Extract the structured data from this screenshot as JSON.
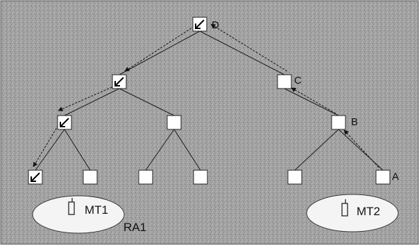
{
  "diagram": {
    "background": "#9e9e9e",
    "node_fill": "#ffffff",
    "ellipse_fill": "#f4f4f4",
    "labels": {
      "D": "D",
      "C": "C",
      "B": "B",
      "A": "A",
      "RA1": "RA1"
    },
    "mobile_terminals": [
      {
        "label": "MT1",
        "icon": "phone-icon"
      },
      {
        "label": "MT2",
        "icon": "phone-icon"
      }
    ],
    "routers": [
      {
        "id": "D",
        "level": 0,
        "has_entry": true
      },
      {
        "id": "L1a",
        "level": 1,
        "has_entry": true
      },
      {
        "id": "C",
        "level": 1,
        "has_entry": false
      },
      {
        "id": "L2a",
        "level": 2,
        "has_entry": true
      },
      {
        "id": "L2b",
        "level": 2,
        "has_entry": false
      },
      {
        "id": "B",
        "level": 2,
        "has_entry": false
      },
      {
        "id": "L3a",
        "level": 3,
        "has_entry": true
      },
      {
        "id": "L3b",
        "level": 3,
        "has_entry": false
      },
      {
        "id": "L3c",
        "level": 3,
        "has_entry": false
      },
      {
        "id": "L3d",
        "level": 3,
        "has_entry": false
      },
      {
        "id": "L3e",
        "level": 3,
        "has_entry": false
      },
      {
        "id": "A",
        "level": 3,
        "has_entry": false
      }
    ],
    "links": [
      [
        "D",
        "L1a"
      ],
      [
        "D",
        "C"
      ],
      [
        "L1a",
        "L2a"
      ],
      [
        "L1a",
        "L2b"
      ],
      [
        "C",
        "B"
      ],
      [
        "L2a",
        "L3a"
      ],
      [
        "L2a",
        "L3b"
      ],
      [
        "L2b",
        "L3c"
      ],
      [
        "L2b",
        "L3d"
      ],
      [
        "B",
        "L3e"
      ],
      [
        "B",
        "A"
      ]
    ],
    "update_path_up": [
      "A",
      "B",
      "C",
      "D"
    ],
    "forward_path_down": [
      "D",
      "L1a",
      "L2a",
      "L3a"
    ]
  }
}
